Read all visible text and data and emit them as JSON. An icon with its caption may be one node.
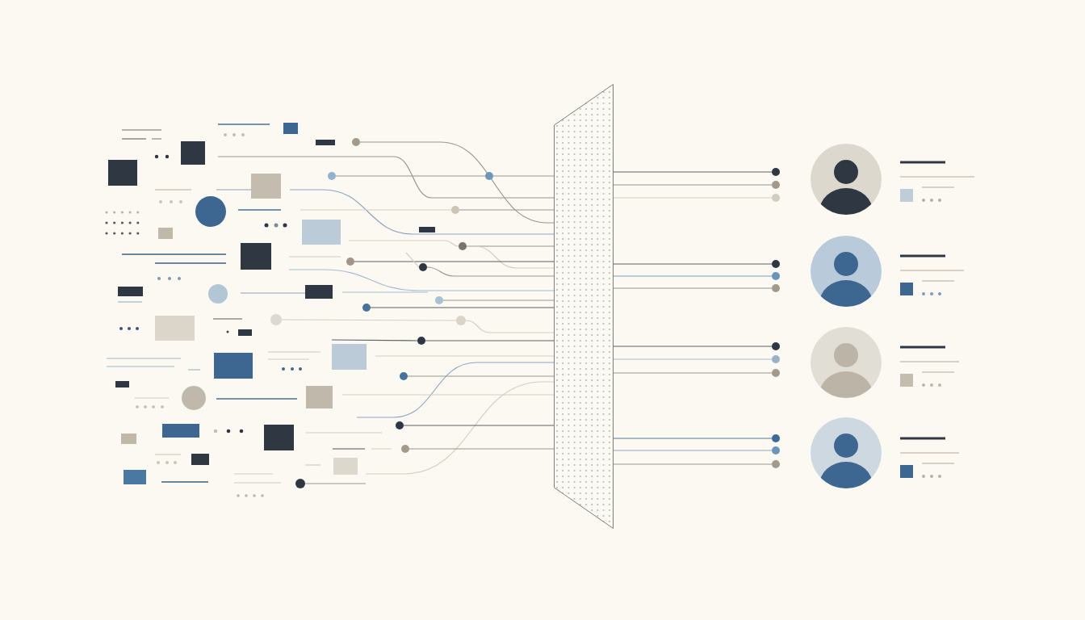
{
  "diagram": {
    "nodes": [
      {
        "text": [],
        "shape": "circle"
      },
      {
        "text": [],
        "shape": "circle"
      },
      {
        "text": [],
        "shape": "circle"
      },
      {
        "text": [],
        "shape": "circle"
      },
      {
        "text": [],
        "shape": "circle"
      },
      {
        "text": [],
        "shape": "circle"
      },
      {
        "text": [],
        "shape": "circle"
      },
      {
        "text": [],
        "shape": "circle"
      },
      {
        "text": [],
        "shape": "circle"
      },
      {
        "text": [],
        "shape": "circle"
      },
      {
        "text": [],
        "shape": "circle"
      },
      {
        "text": [],
        "shape": "circle"
      },
      {
        "text": [],
        "shape": "circle"
      },
      {
        "text": [],
        "shape": "circle"
      },
      {
        "text": [],
        "shape": "circle"
      },
      {
        "text": [],
        "shape": "circle"
      },
      {
        "text": [],
        "shape": "panel"
      },
      {
        "text": [],
        "shape": "circle"
      },
      {
        "text": [],
        "shape": "circle"
      },
      {
        "text": [],
        "shape": "circle"
      },
      {
        "text": [],
        "shape": "circle"
      },
      {
        "text": [],
        "shape": "circle"
      },
      {
        "text": [],
        "shape": "circle"
      },
      {
        "text": [],
        "shape": "circle"
      },
      {
        "text": [],
        "shape": "circle"
      },
      {
        "text": [],
        "shape": "circle"
      },
      {
        "text": [],
        "shape": "circle"
      },
      {
        "text": [],
        "shape": "circle"
      },
      {
        "text": [],
        "shape": "circle"
      },
      {
        "text": [],
        "shape": "person"
      },
      {
        "text": [],
        "shape": "person"
      },
      {
        "text": [],
        "shape": "person"
      },
      {
        "text": [],
        "shape": "person"
      }
    ],
    "edges": [
      {
        "from": 0,
        "to": 16,
        "arrow": "none"
      },
      {
        "from": 1,
        "to": 2,
        "arrow": "none"
      },
      {
        "from": 2,
        "to": 16,
        "arrow": "none"
      },
      {
        "from": null,
        "to": 16,
        "arrow": "none"
      },
      {
        "from": null,
        "to": 16,
        "arrow": "none",
        "color": "#8ea6bf"
      },
      {
        "from": null,
        "to": 3,
        "arrow": "none",
        "color": "#d6cfc2"
      },
      {
        "from": 3,
        "to": 16,
        "arrow": "none"
      },
      {
        "from": null,
        "to": 4,
        "arrow": "none",
        "color": "#d6cfc2"
      },
      {
        "from": 4,
        "to": 16,
        "arrow": "none"
      },
      {
        "from": 4,
        "to": 16,
        "arrow": "none",
        "color": "#d6cfc2"
      },
      {
        "from": 5,
        "to": 16,
        "arrow": "none",
        "color": "#5f6166"
      },
      {
        "from": null,
        "to": 6,
        "arrow": "none",
        "color": "#d6cfc2"
      },
      {
        "from": 6,
        "to": 16,
        "arrow": "none"
      },
      {
        "from": null,
        "to": 16,
        "arrow": "none",
        "color": "#a9bccf"
      },
      {
        "from": 7,
        "to": 16,
        "arrow": "none"
      },
      {
        "from": 8,
        "to": 16,
        "arrow": "none",
        "color": "#5f6166"
      },
      {
        "from": 9,
        "to": 10,
        "arrow": "none",
        "color": "#d6cfc2"
      },
      {
        "from": 10,
        "to": 16,
        "arrow": "none",
        "color": "#d6cfc2"
      },
      {
        "from": null,
        "to": 11,
        "arrow": "none",
        "color": "#5f6166"
      },
      {
        "from": 11,
        "to": 16,
        "arrow": "none",
        "color": "#5f6166"
      },
      {
        "from": null,
        "to": 16,
        "arrow": "none",
        "color": "#d6cfc2"
      },
      {
        "from": null,
        "to": 16,
        "arrow": "none",
        "color": "#8ea6bf"
      },
      {
        "from": 12,
        "to": 16,
        "arrow": "none"
      },
      {
        "from": null,
        "to": 16,
        "arrow": "none",
        "color": "#d6cfc2"
      },
      {
        "from": null,
        "to": 16,
        "arrow": "none",
        "color": "#d6cfc2"
      },
      {
        "from": 13,
        "to": 16,
        "arrow": "none",
        "color": "#5f6166"
      },
      {
        "from": 14,
        "to": 16,
        "arrow": "none"
      },
      {
        "from": 15,
        "to": null,
        "arrow": "none"
      },
      {
        "from": 16,
        "to": 17,
        "arrow": "none",
        "color": "#5f6166"
      },
      {
        "from": 16,
        "to": 18,
        "arrow": "none"
      },
      {
        "from": 16,
        "to": 19,
        "arrow": "none",
        "color": "#d6cfc2"
      },
      {
        "from": 16,
        "to": 20,
        "arrow": "none",
        "color": "#5f6166"
      },
      {
        "from": 16,
        "to": 21,
        "arrow": "none",
        "color": "#7d9fc0"
      },
      {
        "from": 16,
        "to": 22,
        "arrow": "none"
      },
      {
        "from": 16,
        "to": 23,
        "arrow": "none",
        "color": "#5f6166"
      },
      {
        "from": 16,
        "to": 24,
        "arrow": "none",
        "color": "#a9bccf"
      },
      {
        "from": 16,
        "to": 25,
        "arrow": "none"
      },
      {
        "from": 16,
        "to": 26,
        "arrow": "none",
        "color": "#56789a"
      },
      {
        "from": 16,
        "to": 27,
        "arrow": "none",
        "color": "#8ea6bf"
      },
      {
        "from": 16,
        "to": 28,
        "arrow": "none"
      }
    ]
  }
}
